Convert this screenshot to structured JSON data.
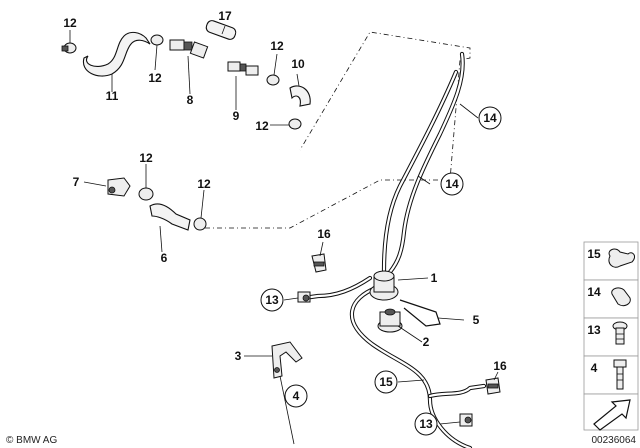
{
  "callouts": {
    "c12a": "12",
    "c17": "17",
    "c12b": "12",
    "c12c": "12",
    "c10": "10",
    "c11": "11",
    "c12d": "12",
    "c8": "8",
    "c9": "9",
    "c12e": "12",
    "c14a": "14",
    "c7": "7",
    "c12f": "12",
    "c12g": "12",
    "c14b": "14",
    "c6": "6",
    "c16a": "16",
    "c1": "1",
    "c13a": "13",
    "c5": "5",
    "c2": "2",
    "c3": "3",
    "c4": "4",
    "c15": "15",
    "c16b": "16",
    "c13b": "13"
  },
  "legend": {
    "items": [
      {
        "label": "15",
        "icon": "clamp-double-icon"
      },
      {
        "label": "14",
        "icon": "clamp-single-icon"
      },
      {
        "label": "13",
        "icon": "screw-icon"
      },
      {
        "label": "4",
        "icon": "bolt-icon"
      }
    ]
  },
  "footer": {
    "copyright": "© BMW AG",
    "code": "00236064"
  }
}
